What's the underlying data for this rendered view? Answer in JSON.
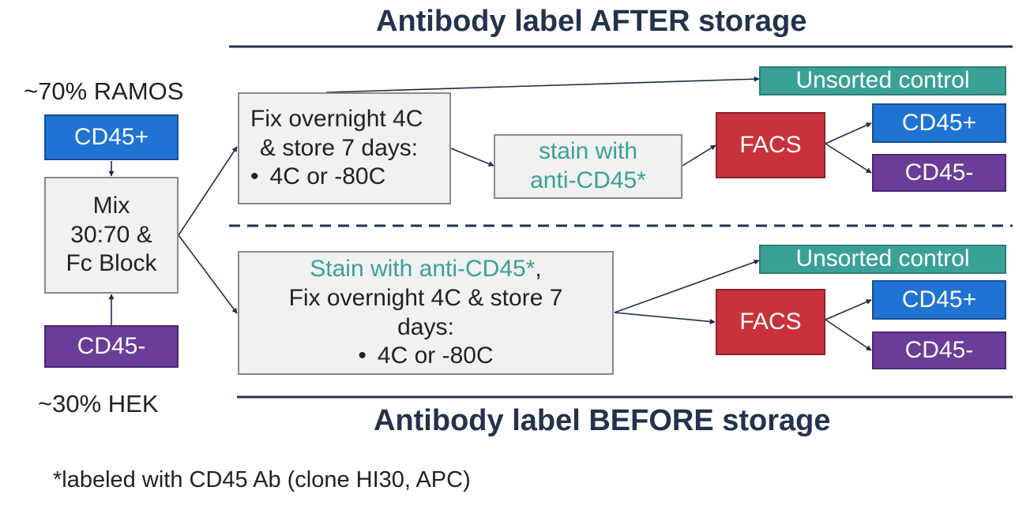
{
  "titles": {
    "after": "Antibody label AFTER storage",
    "before": "Antibody label BEFORE storage"
  },
  "left": {
    "ramos_label": "~70% RAMOS",
    "cd45_pos": "CD45+",
    "mix_lines": [
      "Mix",
      "30:70 &",
      "Fc Block"
    ],
    "cd45_neg": "CD45-",
    "hek_label": "~30% HEK"
  },
  "top_flow": {
    "fix_lines": [
      "Fix overnight 4C",
      "& store 7 days:"
    ],
    "fix_bullet": "4C or -80C",
    "stain_lines": [
      "stain with",
      "anti-CD45*"
    ],
    "unsorted": "Unsorted control",
    "facs": "FACS",
    "out_pos": "CD45+",
    "out_neg": "CD45-"
  },
  "bottom_flow": {
    "stain_line": "Stain with anti-CD45*",
    "stain_comma": ",",
    "fix_lines": [
      "Fix overnight 4C & store 7",
      "days:"
    ],
    "fix_bullet": "4C or -80C",
    "unsorted": "Unsorted control",
    "facs": "FACS",
    "out_pos": "CD45+",
    "out_neg": "CD45-"
  },
  "footnote": "*labeled with CD45 Ab (clone HI30, APC)",
  "colors": {
    "title": "#23324d",
    "blue": "#1f73d3",
    "purple": "#6a3d98",
    "red": "#c9323c",
    "teal": "#3aa197",
    "gray_box": "#f1f1f1"
  }
}
